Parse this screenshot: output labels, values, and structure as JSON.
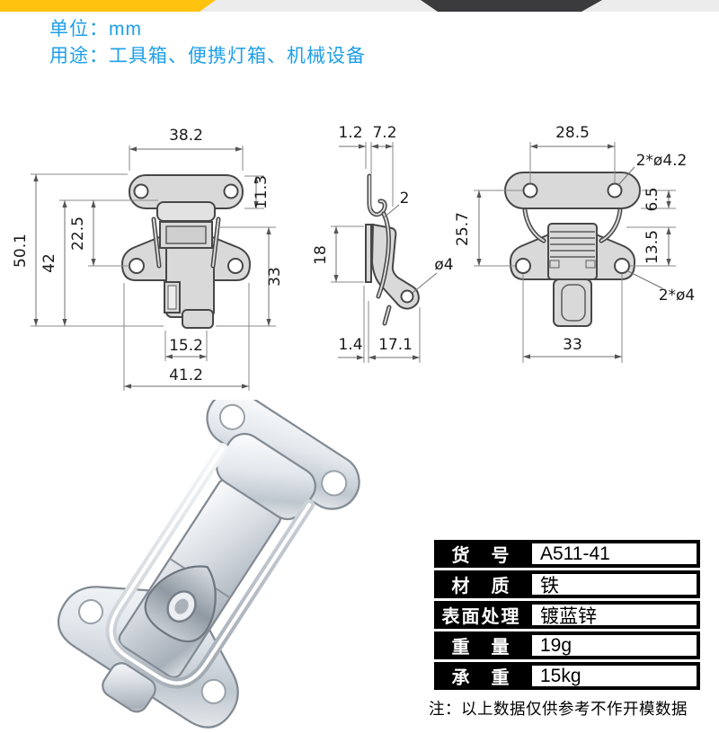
{
  "header": {
    "unit_line": "单位：mm",
    "usage_line": "用途：工具箱、便携灯箱、机械设备",
    "text_color": "#1E9FE8"
  },
  "top_banner": {
    "yellow": "#FFC20E",
    "light_gray": "#ECECEC",
    "dark_gray": "#3B3B3D"
  },
  "drawings": {
    "style": {
      "line_color": "#474747",
      "dim_color": "#707070",
      "fill_color": "#D9D9D9"
    },
    "front_view": {
      "dims": {
        "top_width": "38.2",
        "plate_height": "11.3",
        "pivot_to_hole": "22.5",
        "total_height": "50.1",
        "body_height": "42",
        "base_height": "33",
        "tongue_width": "15.2",
        "base_width": "41.2"
      }
    },
    "side_view": {
      "dims": {
        "plate_thickness": "1.2",
        "hook_depth": "7.2",
        "wire_diameter": "2",
        "plate_height": "18",
        "lug_hole": "ø4",
        "bottom_thickness": "1.4",
        "depth": "17.1"
      }
    },
    "back_view": {
      "dims": {
        "top_hole_spacing": "28.5",
        "top_holes": "2*ø4.2",
        "hole_to_edge": "6.5",
        "hole_distance": "25.7",
        "base_top_to_hole": "13.5",
        "base_holes": "2*ø4",
        "base_hole_spacing": "33"
      }
    }
  },
  "spec_table": {
    "rows": [
      {
        "label": "货　号",
        "value": "A511-41"
      },
      {
        "label": "材　质",
        "value": "铁"
      },
      {
        "label": "表面处理",
        "value": "镀蓝锌"
      },
      {
        "label": "重　量",
        "value": "19g"
      },
      {
        "label": "承　重",
        "value": "15kg"
      }
    ]
  },
  "note": "注：以上数据仅供参考不作开模数据"
}
